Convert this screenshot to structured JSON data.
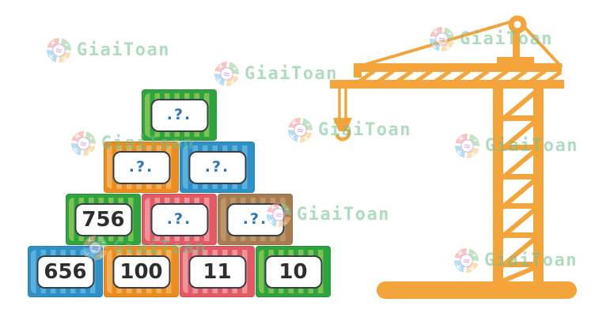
{
  "watermark": {
    "brand": "GiaiToan",
    "text_color": "#6FBF8F",
    "logo": {
      "plus_quadrant_color": "#F2988F",
      "minus_quadrant_color": "#93CD96",
      "times_quadrant_color": "#7CC4E8",
      "second_plus_quadrant_color": "#F6C478",
      "equals_color": "#B975D6",
      "symbols": [
        "+",
        "-",
        "×",
        "+",
        "="
      ]
    }
  },
  "pyramid": {
    "palette": {
      "green": {
        "body": "#2FA33D",
        "stripe": "#7EC351"
      },
      "blue": {
        "body": "#2E90C5",
        "stripe": "#5CB0DC"
      },
      "orange": {
        "body": "#EA8C1F",
        "stripe": "#F3AE57"
      },
      "pink": {
        "body": "#E25A64",
        "stripe": "#F0939B"
      },
      "brown": {
        "body": "#A77C50",
        "stripe": "#BD9768"
      }
    },
    "rows": [
      {
        "blocks": [
          {
            "value": ".?.",
            "kind": "unknown",
            "color": "green"
          }
        ]
      },
      {
        "blocks": [
          {
            "value": ".?.",
            "kind": "unknown",
            "color": "orange"
          },
          {
            "value": ".?.",
            "kind": "unknown",
            "color": "blue"
          }
        ]
      },
      {
        "blocks": [
          {
            "value": "756",
            "kind": "number",
            "color": "green"
          },
          {
            "value": ".?.",
            "kind": "unknown",
            "color": "pink"
          },
          {
            "value": ".?.",
            "kind": "unknown",
            "color": "brown"
          }
        ]
      },
      {
        "blocks": [
          {
            "value": "656",
            "kind": "number",
            "color": "blue"
          },
          {
            "value": "100",
            "kind": "number",
            "color": "orange"
          },
          {
            "value": "11",
            "kind": "number",
            "color": "pink"
          },
          {
            "value": "10",
            "kind": "number",
            "color": "green"
          }
        ]
      }
    ]
  },
  "crane": {
    "color": "#F3A53B"
  }
}
